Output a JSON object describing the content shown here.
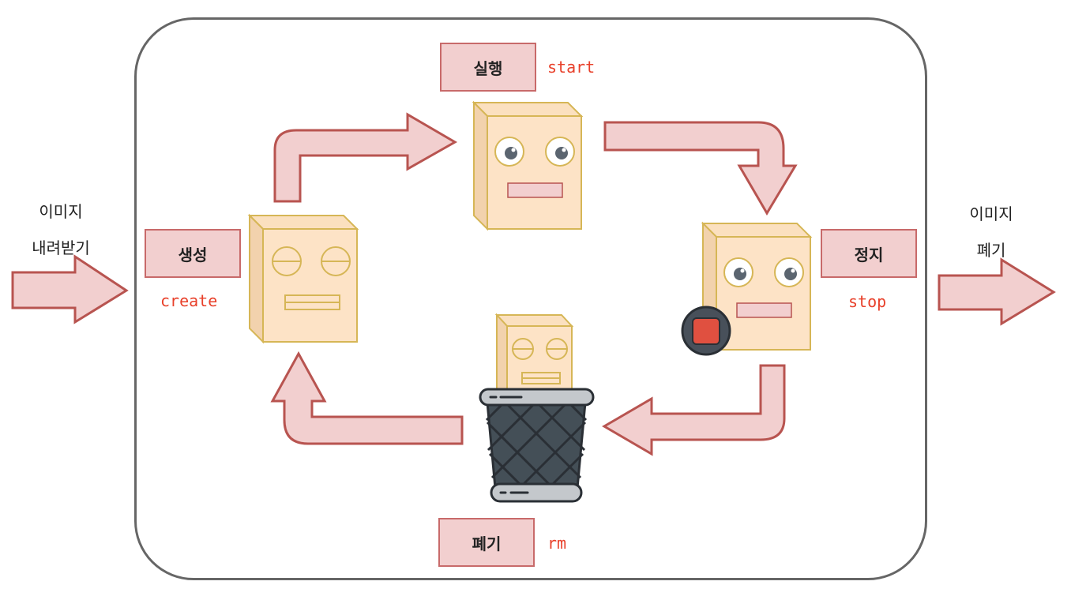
{
  "left_labels": {
    "line1": "이미지",
    "line2": "내려받기"
  },
  "right_labels": {
    "line1": "이미지",
    "line2": "폐기"
  },
  "stages": {
    "create": {
      "label": "생성",
      "command": "create"
    },
    "start": {
      "label": "실행",
      "command": "start"
    },
    "stop": {
      "label": "정지",
      "command": "stop"
    },
    "rm": {
      "label": "폐기",
      "command": "rm"
    }
  },
  "colors": {
    "arrow_fill": "#f2cfcf",
    "arrow_stroke": "#b85450",
    "command_text": "#e8402a",
    "box_face": "#fde3c6",
    "box_side": "#f2d2ad",
    "box_stroke": "#d6b656",
    "frame": "#666666",
    "stop_button": "#e05040",
    "trash_body": "#444f57"
  },
  "icons": [
    "container-sleeping-icon",
    "container-awake-icon",
    "container-stopped-icon",
    "container-in-trash-icon",
    "trash-can-icon",
    "stop-button-icon"
  ]
}
